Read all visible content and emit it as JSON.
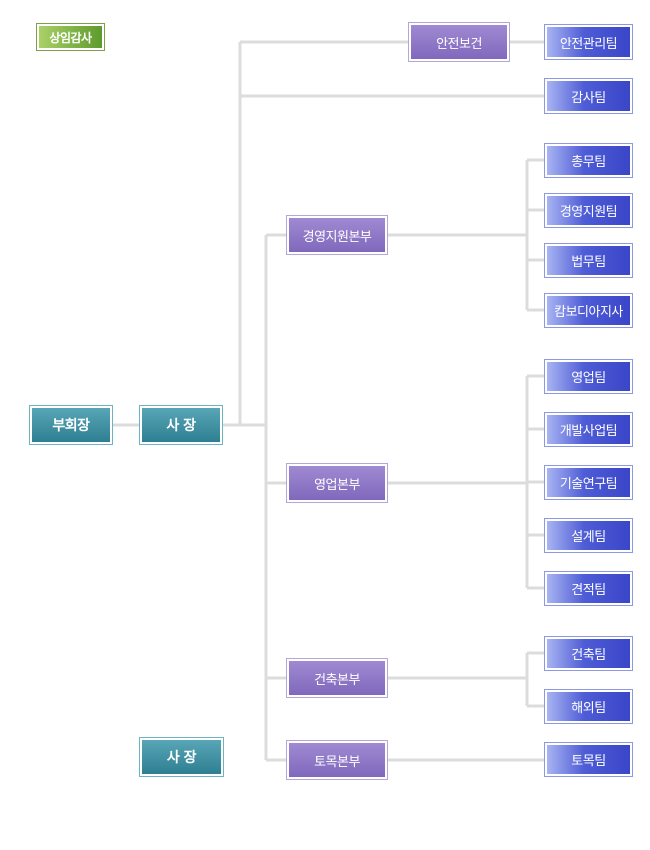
{
  "audit": {
    "label": "상임감사"
  },
  "vice_chairman": {
    "label": "부회장"
  },
  "president_main": {
    "label": "사 장"
  },
  "president_second": {
    "label": "사 장"
  },
  "safety": {
    "label": "안전보건",
    "team": "안전관리팀"
  },
  "audit_team": {
    "label": "감사팀"
  },
  "divisions": {
    "management": {
      "label": "경영지원본부",
      "teams": [
        "총무팀",
        "경영지원팀",
        "법무팀",
        "캄보디아지사"
      ]
    },
    "sales": {
      "label": "영업본부",
      "teams": [
        "영업팀",
        "개발사업팀",
        "기술연구팀",
        "설계팀",
        "견적팀"
      ]
    },
    "construction": {
      "label": "건축본부",
      "teams": [
        "건축팀",
        "해외팀"
      ]
    },
    "civil": {
      "label": "토목본부",
      "teams": [
        "토목팀"
      ]
    }
  }
}
